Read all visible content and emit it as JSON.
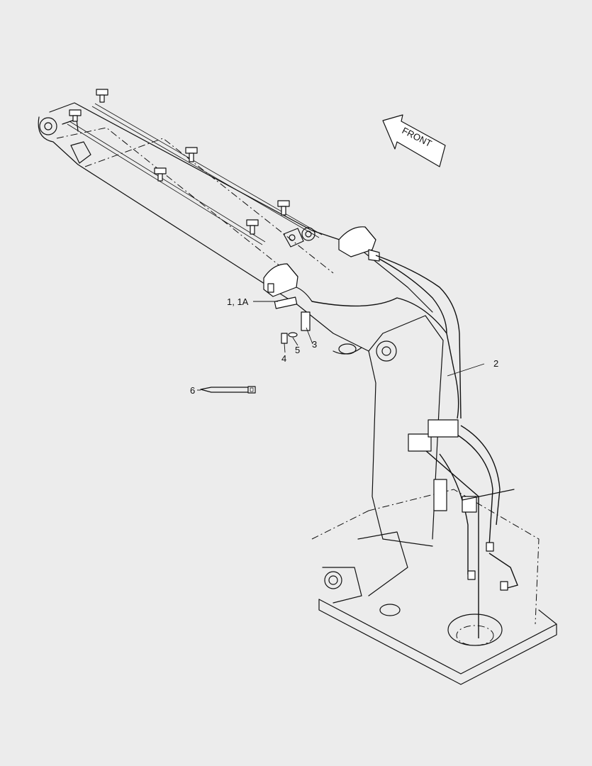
{
  "front_label": "FRONT",
  "callouts": {
    "c1": "1, 1A",
    "c2": "2",
    "c3": "3",
    "c4": "4",
    "c5": "5",
    "c6": "6"
  }
}
